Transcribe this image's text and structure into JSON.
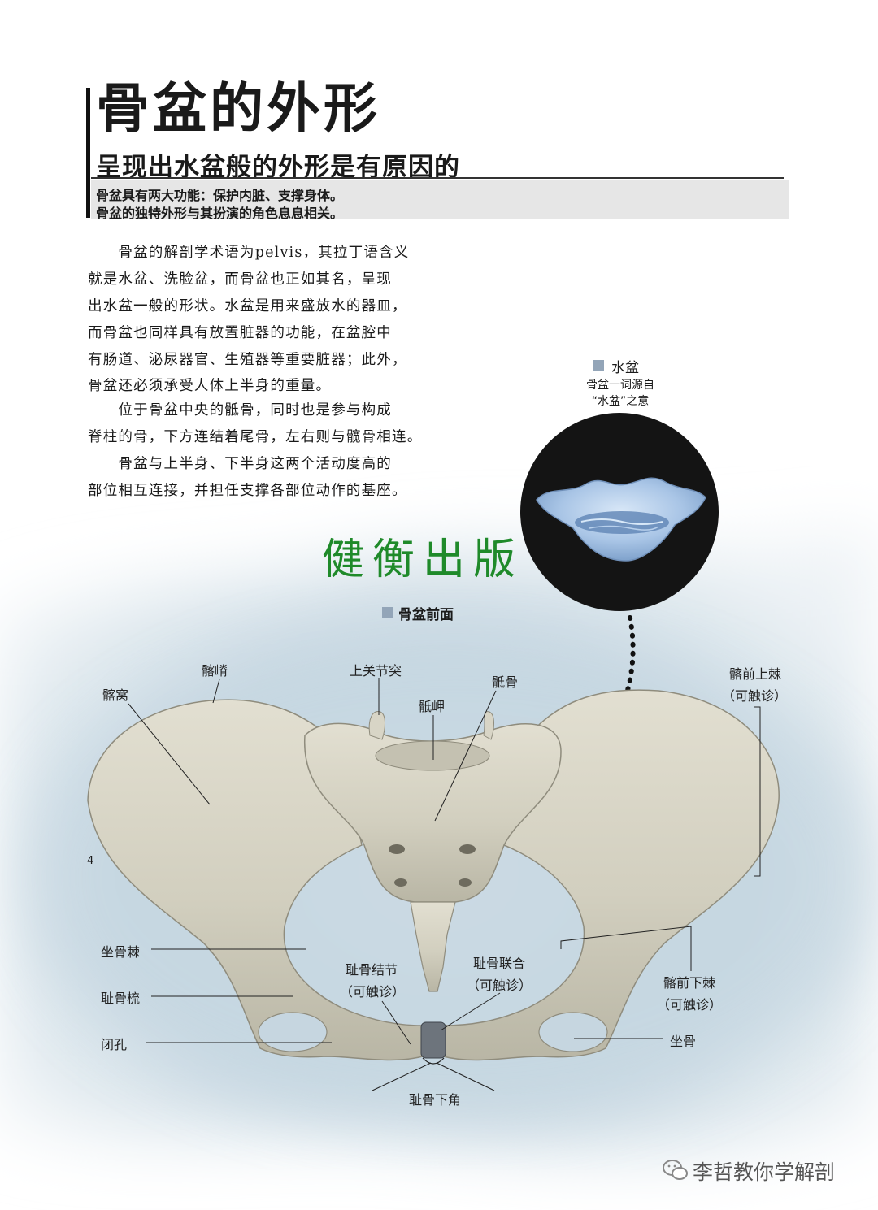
{
  "heading": {
    "title": "骨盆的外形",
    "subtitle": "呈现出水盆般的外形是有原因的"
  },
  "intro": [
    "骨盆具有两大功能：保护内脏、支撑身体。",
    "骨盆的独特外形与其扮演的角色息息相关。"
  ],
  "body": [
    "　　骨盆的解剖学术语为pelvis，其拉丁语含义",
    "就是水盆、洗脸盆，而骨盆也正如其名，呈现",
    "出水盆一般的形状。水盆是用来盛放水的器皿，",
    "而骨盆也同样具有放置脏器的功能，在盆腔中",
    "有肠道、泌尿器官、生殖器等重要脏器；此外，",
    "骨盆还必须承受人体上半身的重量。",
    "　　位于骨盆中央的骶骨，同时也是参与构成",
    "脊柱的骨，下方连结着尾骨，左右则与髋骨相连。",
    "　　骨盆与上半身、下半身这两个活动度高的",
    "部位相互连接，并担任支撑各部位动作的基座。"
  ],
  "water_basin": {
    "title": "水盆",
    "caption_1": "骨盆一词源自",
    "caption_2": "“水盆”之意"
  },
  "watermark": "健衡出版",
  "pelvis_figure": {
    "title": "骨盆前面",
    "labels": {
      "iliac_fossa": "髂窝",
      "iliac_crest": "髂嵴",
      "superior_articular_process": "上关节突",
      "sacral_promontory": "骶岬",
      "sacrum": "骶骨",
      "asis": "髂前上棘",
      "asis_note": "（可触诊）",
      "ischial_spine": "坐骨棘",
      "pecten_pubis": "耻骨梳",
      "obturator_foramen": "闭孔",
      "pubic_tubercle": "耻骨结节",
      "pubic_tubercle_note": "（可触诊）",
      "pubic_symphysis": "耻骨联合",
      "pubic_symphysis_note": "（可触诊）",
      "aiis": "髂前下棘",
      "aiis_note": "（可触诊）",
      "ischium": "坐骨",
      "subpubic_angle": "耻骨下角"
    }
  },
  "page_number": "4",
  "footer": {
    "account": "李哲教你学解剖"
  },
  "colors": {
    "bone": "#d6d3c4",
    "bone_shadow": "#a9a695",
    "background_wash": "#c9d9e3",
    "legend_square": "#93a5b8",
    "watermark": "#1f8a2a",
    "circle_bg": "#141414",
    "water": "#9fc0e6"
  },
  "icons": {
    "footer_logo": "wechat-icon",
    "legend": "legend-square-icon"
  }
}
